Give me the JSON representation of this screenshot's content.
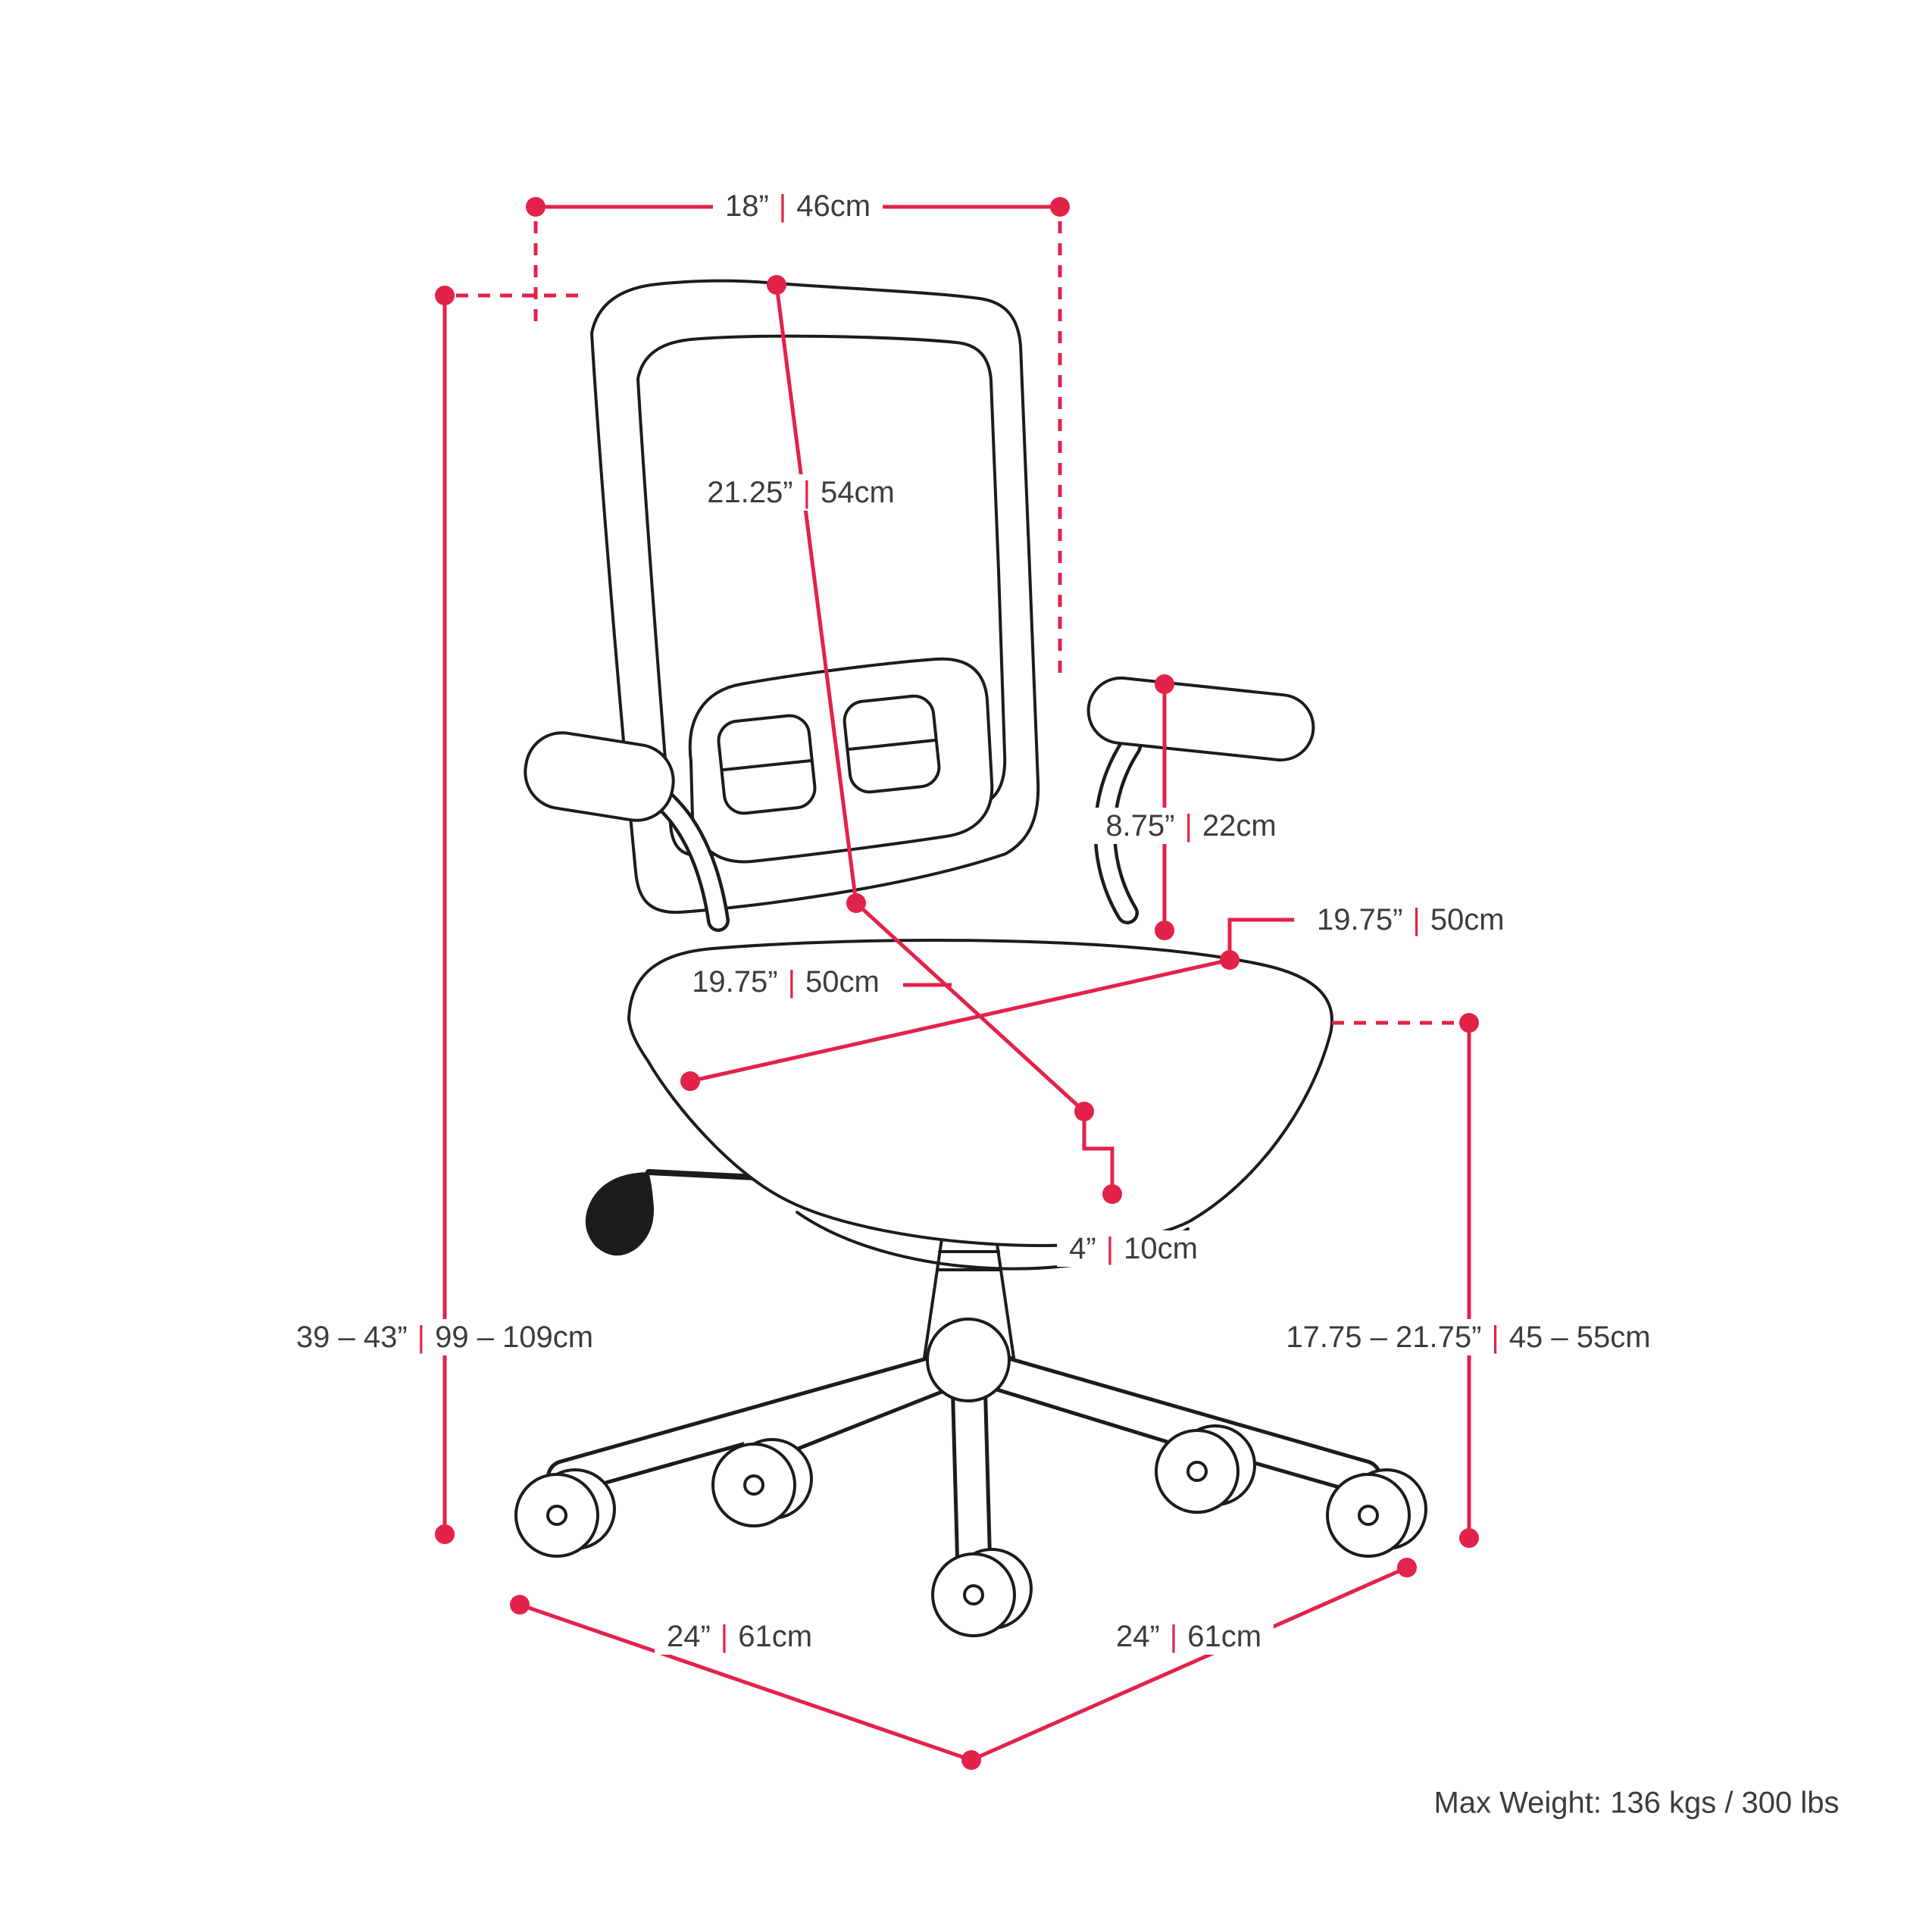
{
  "colors": {
    "accent": "#E3224A",
    "ink": "#1C1C1C",
    "text": "#3C3C3C",
    "background": "#FFFFFF"
  },
  "separator": "|",
  "dimensions": {
    "back_width": {
      "inches": "18”",
      "cm": "46cm"
    },
    "back_height": {
      "inches": "21.25”",
      "cm": "54cm"
    },
    "armrest_height": {
      "inches": "8.75”",
      "cm": "22cm"
    },
    "seat_width": {
      "inches": "19.75”",
      "cm": "50cm"
    },
    "seat_depth": {
      "inches": "19.75”",
      "cm": "50cm"
    },
    "seat_thickness": {
      "inches": "4”",
      "cm": "10cm"
    },
    "overall_height": {
      "inches": "39 – 43”",
      "cm": "99 – 109cm"
    },
    "seat_height": {
      "inches": "17.75 – 21.75”",
      "cm": "45 – 55cm"
    },
    "base_width_left": {
      "inches": "24”",
      "cm": "61cm"
    },
    "base_width_right": {
      "inches": "24”",
      "cm": "61cm"
    }
  },
  "footnote": {
    "max_weight": "Max Weight: 136 kgs / 300 lbs"
  }
}
